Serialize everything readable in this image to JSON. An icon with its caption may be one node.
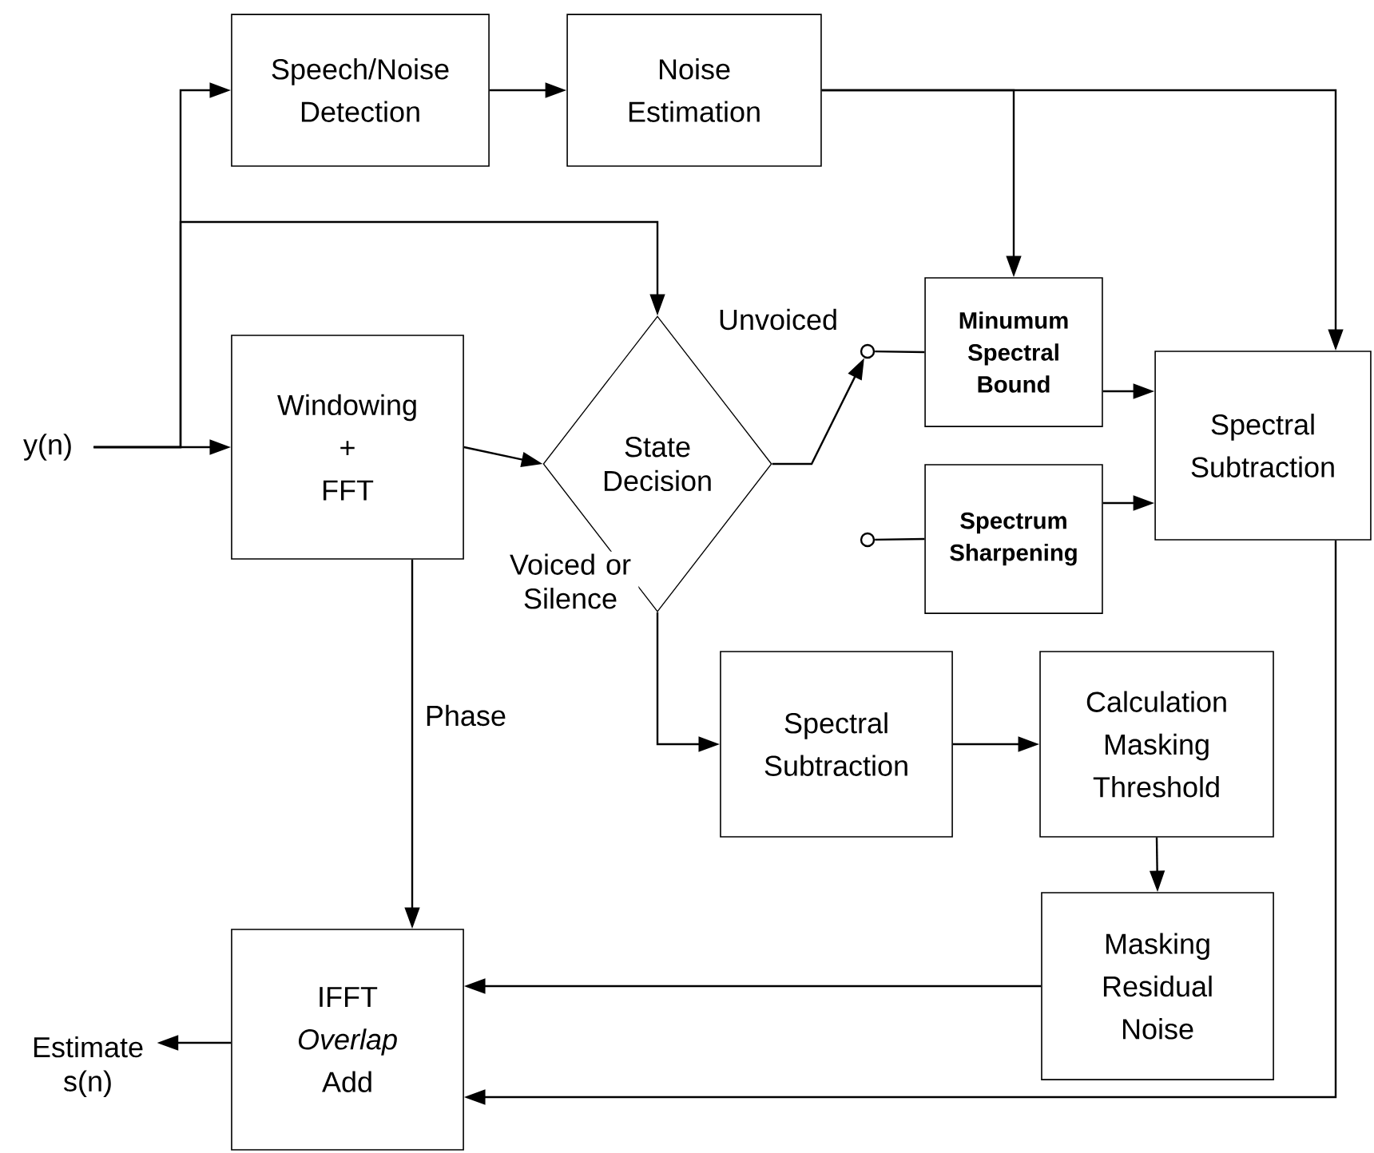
{
  "diagram": {
    "nodes": [
      {
        "text": [
          "y(n)"
        ]
      },
      {
        "text": [
          "Speech/Noise Detection"
        ]
      },
      {
        "text": [
          "Noise Estimation"
        ]
      },
      {
        "text": [
          "Windowing",
          "+",
          "FFT"
        ]
      },
      {
        "text": [
          "State Decision"
        ]
      },
      {
        "text": [],
        "shape": "circle"
      },
      {
        "text": [],
        "shape": "circle"
      },
      {
        "text": [
          "Minumum Spectral Bound"
        ]
      },
      {
        "text": [
          "Spectrum Sharpening"
        ]
      },
      {
        "text": [
          "Spectral Subtraction"
        ]
      },
      {
        "text": [
          "Spectral Subtraction"
        ]
      },
      {
        "text": [
          "Calculation Masking Threshold"
        ]
      },
      {
        "text": [
          "Masking Residual Noise"
        ]
      },
      {
        "text": [
          "IFFT *Overlap* Add"
        ]
      },
      {
        "text": [
          "Estimate s(n)"
        ]
      }
    ],
    "edges": [
      {
        "from": 0,
        "to": 3,
        "arrow": "to"
      },
      {
        "from": 0,
        "to": 1,
        "arrow": "to"
      },
      {
        "from": 0,
        "to": 4,
        "arrow": "to"
      },
      {
        "from": 1,
        "to": 2,
        "arrow": "to"
      },
      {
        "from": 2,
        "to": 7,
        "arrow": "to"
      },
      {
        "from": 2,
        "to": 9,
        "arrow": "to"
      },
      {
        "from": 3,
        "to": 4,
        "arrow": "to"
      },
      {
        "from": 4,
        "to": 5,
        "arrow": "to",
        "label": "Unvoiced"
      },
      {
        "from": 5,
        "to": 7,
        "arrow": "none"
      },
      {
        "from": 6,
        "to": 8,
        "arrow": "none"
      },
      {
        "from": 7,
        "to": 9,
        "arrow": "to"
      },
      {
        "from": 8,
        "to": 9,
        "arrow": "to"
      },
      {
        "from": 4,
        "to": 10,
        "arrow": "to",
        "label": "Voiced or Silence"
      },
      {
        "from": 3,
        "to": 13,
        "arrow": "to",
        "label": "Phase"
      },
      {
        "from": 10,
        "to": 11,
        "arrow": "to"
      },
      {
        "from": 11,
        "to": 12,
        "arrow": "to"
      },
      {
        "from": 12,
        "to": 13,
        "arrow": "to"
      },
      {
        "from": 9,
        "to": 13,
        "arrow": "to"
      },
      {
        "from": 13,
        "to": 14,
        "arrow": "to"
      }
    ]
  }
}
